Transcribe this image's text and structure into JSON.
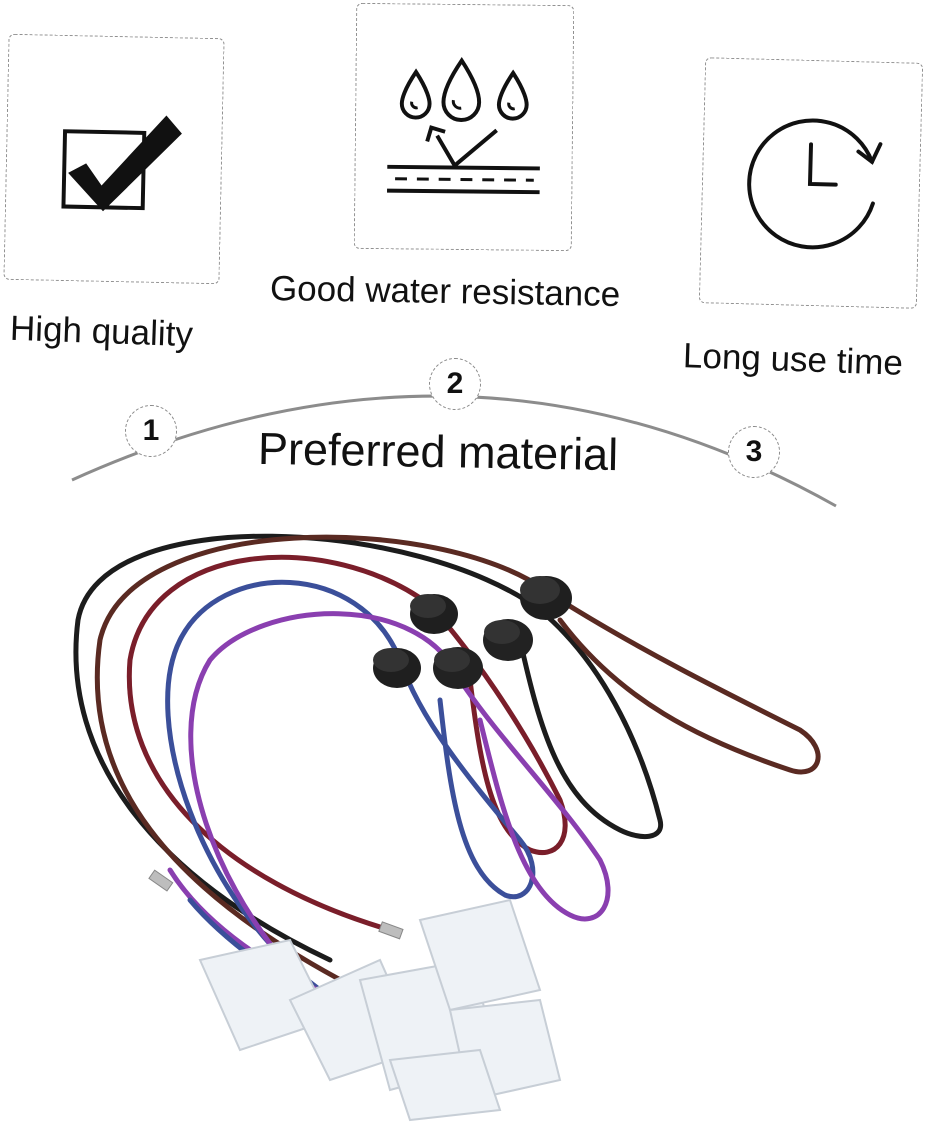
{
  "features": [
    {
      "icon": "checkbox-check-icon",
      "label": "High quality"
    },
    {
      "icon": "water-drops-icon",
      "label": "Good water resistance"
    },
    {
      "icon": "clock-refresh-icon",
      "label": "Long use time"
    }
  ],
  "steps": [
    "1",
    "2",
    "3"
  ],
  "title": "Preferred material",
  "colors": {
    "text": "#111111",
    "dashed_border": "#8f8f8f",
    "cord_black": "#1a1a1a",
    "cord_brown": "#5a2a22",
    "cord_red": "#7a1e2a",
    "cord_blue": "#3b4f9a",
    "cord_purple": "#8a3fb0"
  },
  "product": {
    "name": "cord-lanyards-with-clips",
    "cord_count": 5
  }
}
